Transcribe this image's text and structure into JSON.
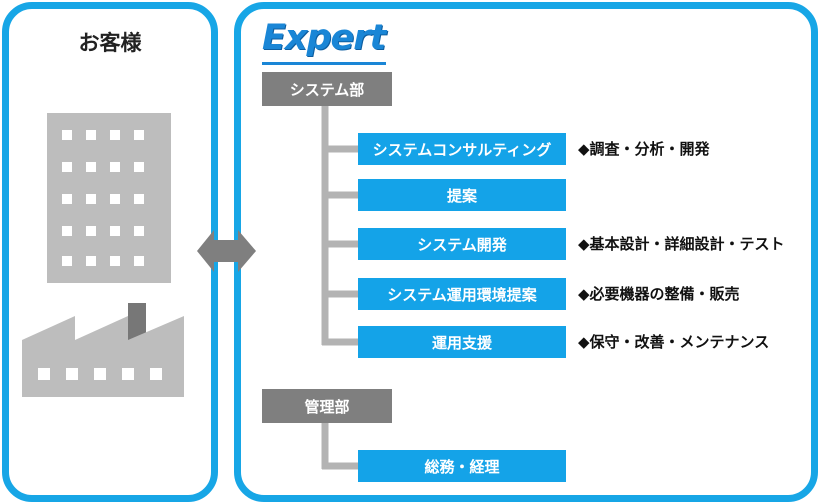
{
  "client": {
    "title": "お客様"
  },
  "expert": {
    "logo": "Expert",
    "departments": [
      {
        "name": "システム部",
        "services": [
          {
            "label": "システムコンサルティング",
            "desc": "◆調査・分析・開発"
          },
          {
            "label": "提案",
            "desc": ""
          },
          {
            "label": "システム開発",
            "desc": "◆基本設計・詳細設計・テスト"
          },
          {
            "label": "システム運用環境提案",
            "desc": "◆必要機器の整備・販売"
          },
          {
            "label": "運用支援",
            "desc": "◆保守・改善・メンテナンス"
          }
        ]
      },
      {
        "name": "管理部",
        "services": [
          {
            "label": "総務・経理",
            "desc": ""
          }
        ]
      }
    ]
  },
  "colors": {
    "accent": "#17a6e6",
    "service_box": "#14a3e8",
    "department_box": "#7f7f7f",
    "building": "#bdbdbd",
    "connector": "#b3b3b3"
  }
}
